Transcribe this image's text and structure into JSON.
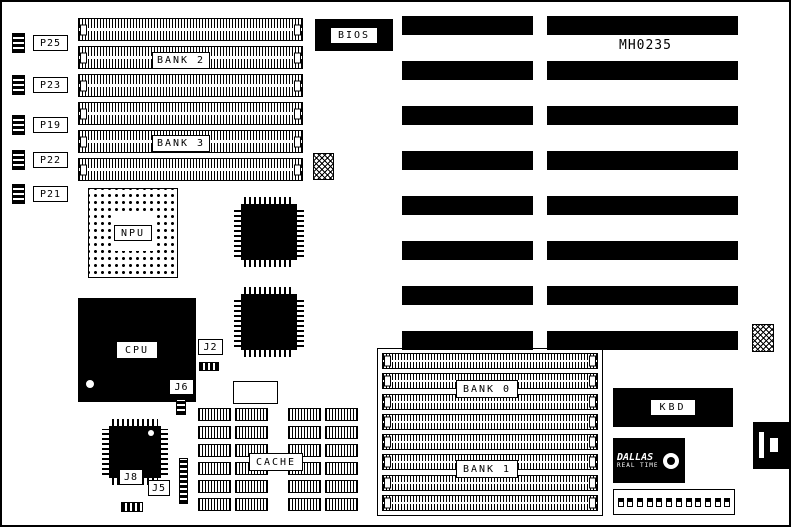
{
  "board": {
    "model": "MH0235",
    "left_connectors": [
      {
        "label": "P25"
      },
      {
        "label": "P23"
      },
      {
        "label": "P19"
      },
      {
        "label": "P22"
      },
      {
        "label": "P21"
      }
    ],
    "labels": {
      "bios": "BIOS",
      "npu": "NPU",
      "cpu": "CPU",
      "cache": "CACHE",
      "kbd": "KBD",
      "bank0": "BANK 0",
      "bank1": "BANK 1",
      "bank2": "BANK 2",
      "bank3": "BANK 3",
      "j2": "J2",
      "j5": "J5",
      "j6": "J6",
      "j8": "J8"
    },
    "rtc": {
      "brand": "DALLAS",
      "line2": "REAL TIME"
    },
    "structure": {
      "top_simm_rows": 6,
      "bottom_simm_rows": 8,
      "isa_slots": 8,
      "cache_rows": 6,
      "cache_cols_per_group": 2,
      "cache_groups": 2,
      "dip_switches": 12
    }
  }
}
